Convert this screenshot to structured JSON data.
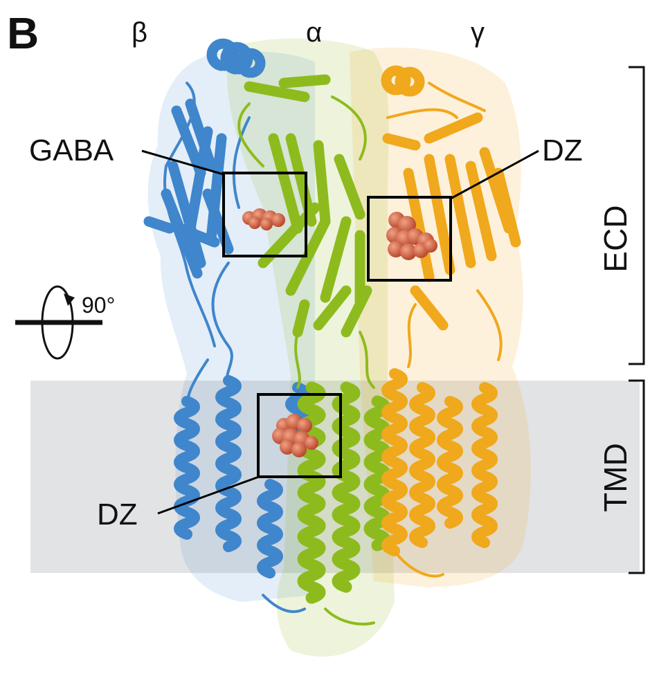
{
  "panel_label": "B",
  "subunits": {
    "beta": {
      "label": "β",
      "color": "#3f86cc"
    },
    "alpha": {
      "label": "α",
      "color": "#8dbb1e"
    },
    "gamma": {
      "label": "γ",
      "color": "#f0a81c"
    }
  },
  "callouts": {
    "gaba": "GABA",
    "dz_ecd": "DZ",
    "dz_tmd": "DZ"
  },
  "rotation": {
    "label": "90°"
  },
  "domains": {
    "ecd": "ECD",
    "tmd": "TMD"
  },
  "colors": {
    "membrane": "#e2e3e5",
    "ligand": "#d4694a",
    "box": "#000000"
  }
}
